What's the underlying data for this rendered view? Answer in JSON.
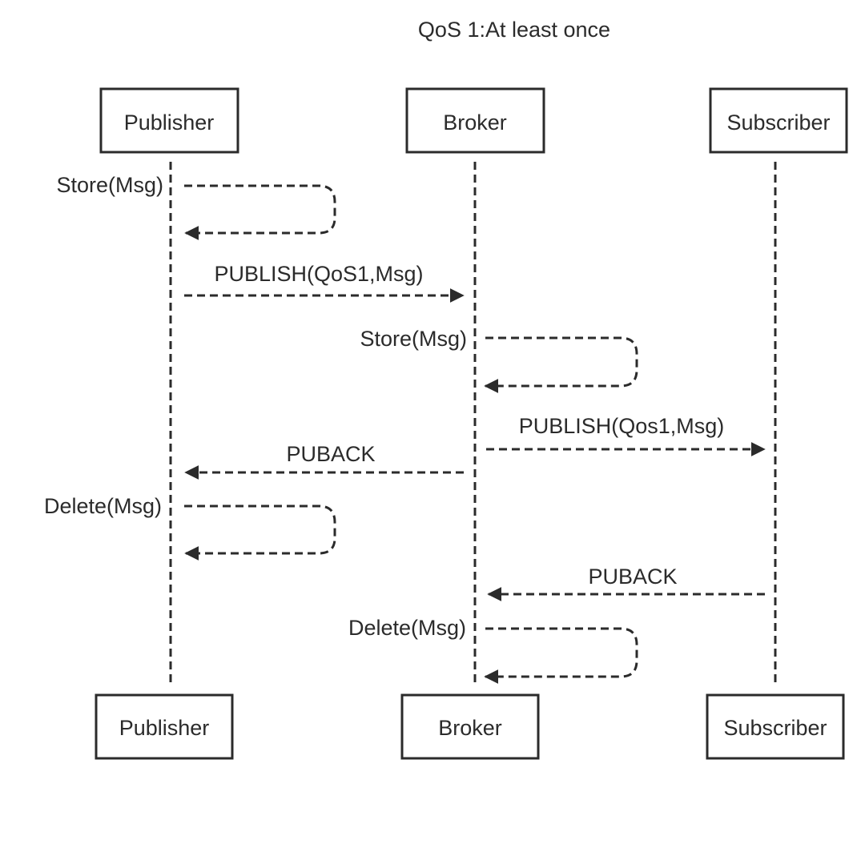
{
  "title": "QoS 1:At least once",
  "participants": [
    {
      "id": "publisher",
      "label": "Publisher"
    },
    {
      "id": "broker",
      "label": "Broker"
    },
    {
      "id": "subscriber",
      "label": "Subscriber"
    }
  ],
  "messages": [
    {
      "type": "self",
      "at": "publisher",
      "label": "Store(Msg)"
    },
    {
      "type": "call",
      "from": "publisher",
      "to": "broker",
      "label": "PUBLISH(QoS1,Msg)"
    },
    {
      "type": "self",
      "at": "broker",
      "label": "Store(Msg)"
    },
    {
      "type": "call",
      "from": "broker",
      "to": "subscriber",
      "label": "PUBLISH(Qos1,Msg)"
    },
    {
      "type": "call",
      "from": "broker",
      "to": "publisher",
      "label": "PUBACK"
    },
    {
      "type": "self",
      "at": "publisher",
      "label": "Delete(Msg)"
    },
    {
      "type": "call",
      "from": "subscriber",
      "to": "broker",
      "label": "PUBACK"
    },
    {
      "type": "self",
      "at": "broker",
      "label": "Delete(Msg)"
    }
  ],
  "colors": {
    "stroke": "#2b2b2b",
    "background": "#ffffff"
  }
}
